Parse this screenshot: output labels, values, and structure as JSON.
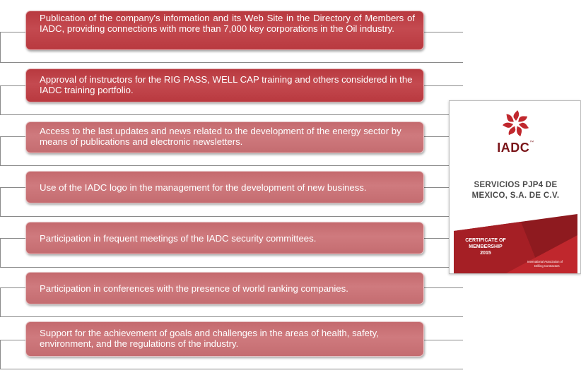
{
  "benefits": [
    {
      "text": "Publication of the company's information and its Web Site in the Directory of Members of IADC, providing connections with more than 7,000 key corporations in the Oil industry."
    },
    {
      "text": "Approval of instructors for the RIG PASS, WELL CAP training and others considered in the IADC training portfolio."
    },
    {
      "text": "Access to the last updates and news related to the development of the energy sector by means of publications and electronic newsletters."
    },
    {
      "text": "Use of the IADC logo in the management for the development of new business."
    },
    {
      "text": "Participation in frequent meetings of the IADC security committees."
    },
    {
      "text": "Participation in conferences with the presence of world ranking companies."
    },
    {
      "text": "Support for the achievement of goals and challenges in the areas of health, safety, environment, and the regulations of the industry."
    }
  ],
  "certificate": {
    "brand": "IADC",
    "trademark": "™",
    "company_line1": "SERVICIOS PJP4 DE",
    "company_line2": "MEXICO, S.A. DE C.V.",
    "title_line1": "CERTIFICATE OF",
    "title_line2": "MEMBERSHIP",
    "year": "2015",
    "association_line1": "International Association of",
    "association_line2": "Drilling Contractors"
  },
  "colors": {
    "card_dark": "#b8393f",
    "card_light": "#cf7a7e",
    "brand_red": "#c0272d",
    "brand_dark": "#7a1418",
    "connector": "#8a8a8a"
  },
  "icons": {
    "logo": "iadc-flower-logo-icon"
  }
}
